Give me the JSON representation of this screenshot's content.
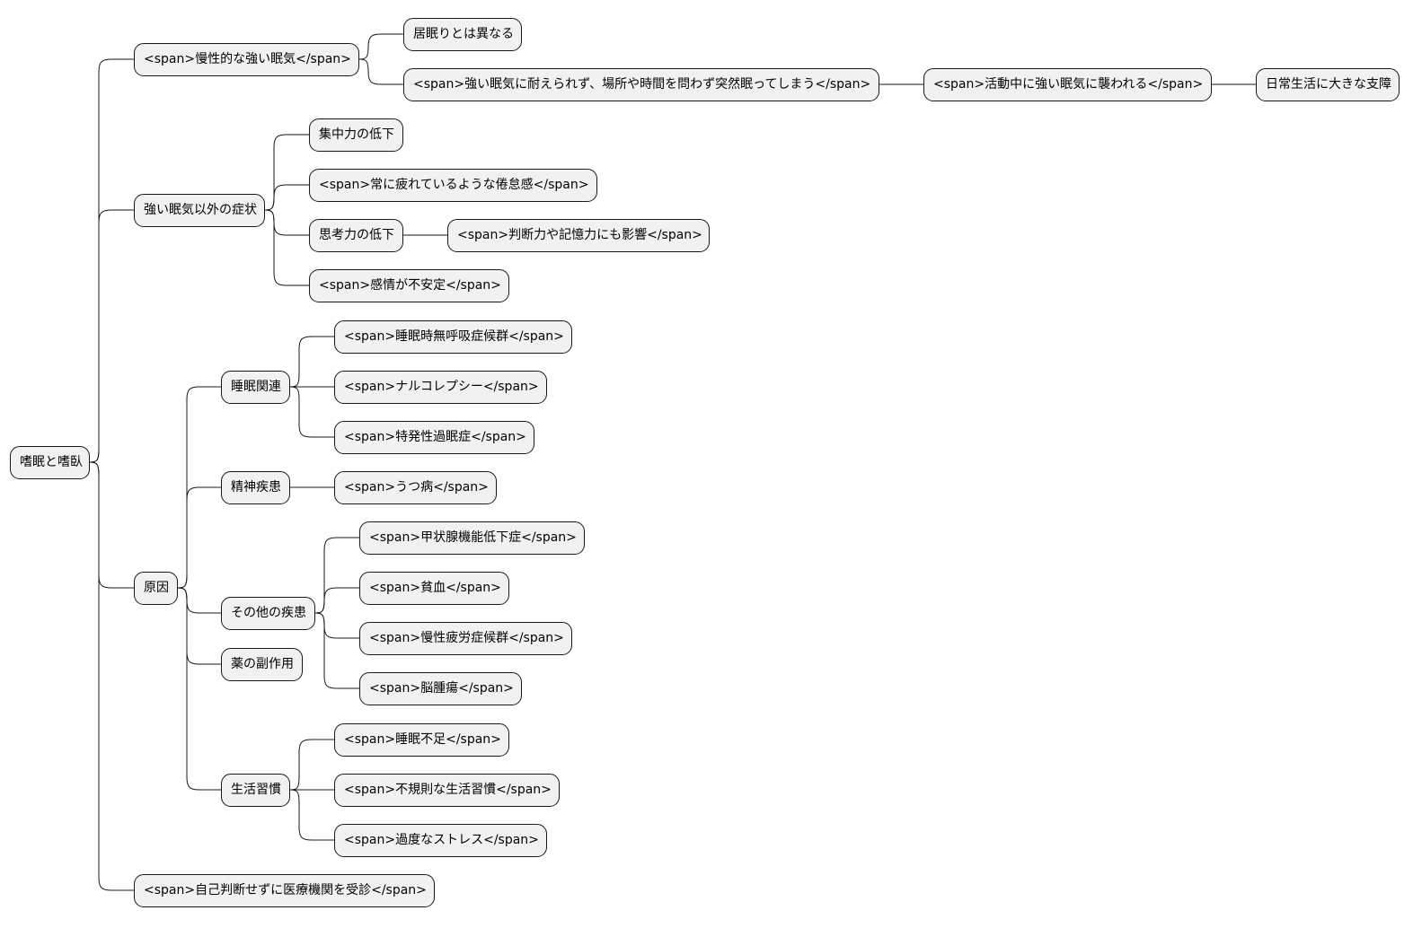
{
  "mindmap": {
    "root": {
      "id": "root",
      "label": "嗜眠と嗜臥",
      "children": [
        {
          "id": "chronic",
          "label": "<span>慢性的な強い眠気</span>",
          "children": [
            {
              "id": "different",
              "label": "居眠りとは異なる",
              "children": []
            },
            {
              "id": "sudden",
              "label": "<span>強い眠気に耐えられず、場所や時間を問わず突然眠ってしまう</span>",
              "children": [
                {
                  "id": "during-activity",
                  "label": "<span>活動中に強い眠気に襲われる</span>",
                  "children": [
                    {
                      "id": "daily-life",
                      "label": "日常生活に大きな支障",
                      "children": []
                    }
                  ]
                }
              ]
            }
          ]
        },
        {
          "id": "other-symptoms",
          "label": "強い眠気以外の症状",
          "children": [
            {
              "id": "concentration",
              "label": "集中力の低下",
              "children": []
            },
            {
              "id": "fatigue",
              "label": "<span>常に疲れているような倦怠感</span>",
              "children": []
            },
            {
              "id": "thinking",
              "label": "思考力の低下",
              "children": [
                {
                  "id": "judgment",
                  "label": "<span>判断力や記憶力にも影響</span>",
                  "children": []
                }
              ]
            },
            {
              "id": "emotion",
              "label": "<span>感情が不安定</span>",
              "children": []
            }
          ]
        },
        {
          "id": "causes",
          "label": "原因",
          "children": [
            {
              "id": "sleep-related",
              "label": "睡眠関連",
              "children": [
                {
                  "id": "apnea",
                  "label": "<span>睡眠時無呼吸症候群</span>",
                  "children": []
                },
                {
                  "id": "narcolepsy",
                  "label": "<span>ナルコレプシー</span>",
                  "children": []
                },
                {
                  "id": "hypersomnia",
                  "label": "<span>特発性過眠症</span>",
                  "children": []
                }
              ]
            },
            {
              "id": "mental",
              "label": "精神疾患",
              "children": [
                {
                  "id": "depression",
                  "label": "<span>うつ病</span>",
                  "children": []
                }
              ]
            },
            {
              "id": "other-diseases",
              "label": "その他の疾患",
              "children": [
                {
                  "id": "hypothyroidism",
                  "label": "<span>甲状腺機能低下症</span>",
                  "children": []
                },
                {
                  "id": "anemia",
                  "label": "<span>貧血</span>",
                  "children": []
                },
                {
                  "id": "cfs",
                  "label": "<span>慢性疲労症候群</span>",
                  "children": []
                },
                {
                  "id": "brain-tumor",
                  "label": "<span>脳腫瘍</span>",
                  "children": []
                }
              ]
            },
            {
              "id": "drug-effects",
              "label": "薬の副作用",
              "children": []
            },
            {
              "id": "lifestyle",
              "label": "生活習慣",
              "children": [
                {
                  "id": "lack-sleep",
                  "label": "<span>睡眠不足</span>",
                  "children": []
                },
                {
                  "id": "irregular",
                  "label": "<span>不規則な生活習慣</span>",
                  "children": []
                },
                {
                  "id": "stress",
                  "label": "<span>過度なストレス</span>",
                  "children": []
                }
              ]
            }
          ]
        },
        {
          "id": "see-doctor",
          "label": "<span>自己判断せずに医療機関を受診</span>",
          "children": []
        }
      ]
    }
  }
}
